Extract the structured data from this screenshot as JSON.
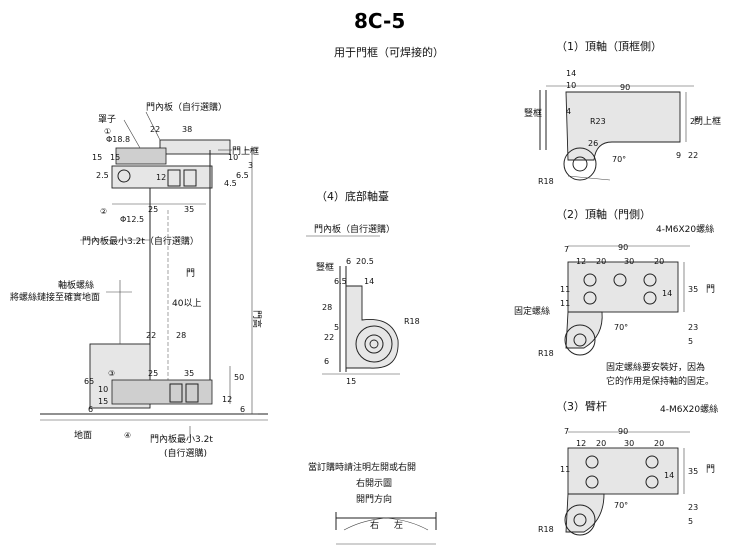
{
  "title": "8C-5",
  "subtitle": "用于門框（可焊接的）",
  "side_view": {
    "dims": [
      "22",
      "38",
      "10",
      "15",
      "15",
      "2.5",
      "12",
      "25",
      "35",
      "4.5",
      "6.5",
      "3",
      "28",
      "22",
      "65",
      "10",
      "15",
      "6",
      "25",
      "35",
      "12",
      "50",
      "6"
    ],
    "phi_top": "Φ18.8",
    "phi_bottom": "Φ12.5",
    "markers": [
      "①",
      "②",
      "③",
      "④"
    ],
    "labels": {
      "cap": "罩子",
      "inner_plate_top": "門內板（自行選購）",
      "door_top_frame": "門上框",
      "inner_plate_min_a": "門內板最小3.2t（自行選購）",
      "door": "門",
      "gap": "40以上",
      "door_height": "門高",
      "bracket_screw": "軸板螺絲",
      "screw_note": "將螺絲鏈接至確實地面",
      "floor": "地面",
      "inner_plate_min_b": "門內板最小3.2t",
      "self_purchase": "(自行選購)"
    }
  },
  "bottom_pivot": {
    "heading": "（4）底部軸臺",
    "labels": {
      "inner_plate": "門內板（自行選購）",
      "frame": "豎框"
    },
    "dims": [
      "6",
      "20.5",
      "6.5",
      "14",
      "28",
      "5",
      "22",
      "6",
      "15"
    ],
    "radius": "R18"
  },
  "top_pivot_frame": {
    "heading": "（1）頂軸（頂框側）",
    "labels": {
      "frame": "豎框",
      "door_top": "門上框"
    },
    "dims": [
      "14",
      "10",
      "90",
      "4",
      "26",
      "29",
      "22",
      "9"
    ],
    "radius_inner": "R23",
    "radius_outer": "R18",
    "angle": "70°"
  },
  "top_pivot_door": {
    "heading": "（2）頂軸（門側）",
    "screw_spec": "4-M6X20螺絲",
    "fixing_screw": "固定螺絲",
    "door": "門",
    "dims": [
      "7",
      "90",
      "12",
      "20",
      "30",
      "20",
      "11",
      "11",
      "14",
      "35",
      "23",
      "5"
    ],
    "radius": "R18",
    "angle": "70°",
    "note_lines": [
      "固定螺絲要安裝好，因為",
      "它的作用是保持軸的固定。"
    ]
  },
  "arm": {
    "heading": "（3）臂杆",
    "screw_spec": "4-M6X20螺絲",
    "door": "門",
    "dims": [
      "7",
      "90",
      "12",
      "20",
      "30",
      "20",
      "11",
      "14",
      "35",
      "23",
      "5"
    ],
    "radius": "R18",
    "angle": "70°"
  },
  "order_note": {
    "lines": [
      "當訂購時請注明左開或右開",
      "右開示圖",
      "開門方向"
    ],
    "right": "右",
    "left": "左"
  }
}
